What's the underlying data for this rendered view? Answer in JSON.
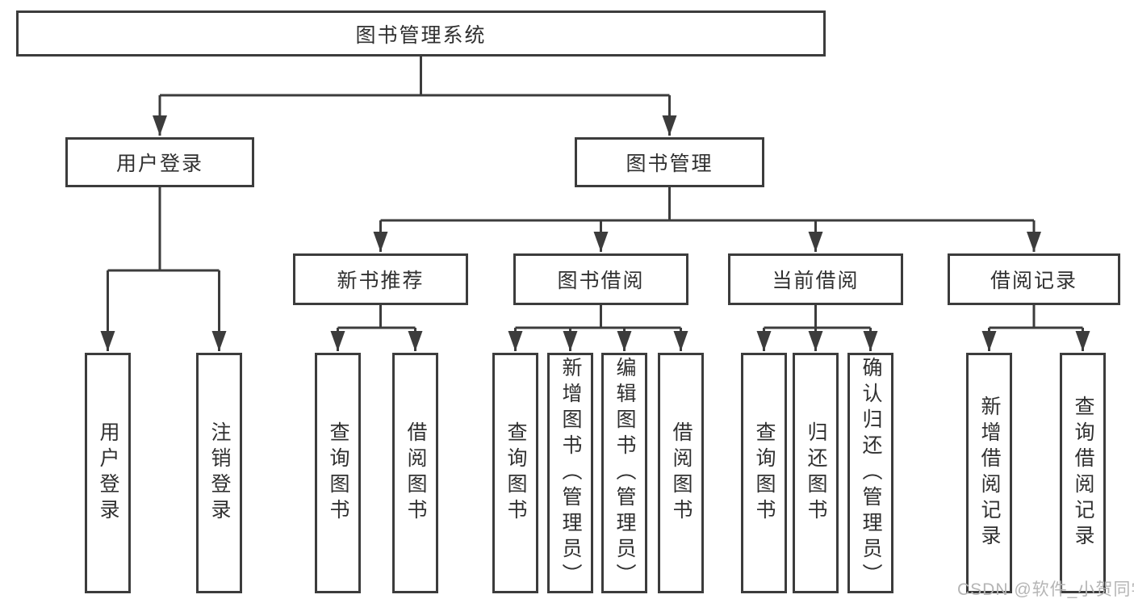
{
  "diagram": {
    "title": "图书管理系统",
    "level2": {
      "user_login": "用户登录",
      "book_management": "图书管理"
    },
    "level3": {
      "new_book_recommend": "新书推荐",
      "book_borrowing": "图书借阅",
      "current_borrowing": "当前借阅",
      "borrowing_records": "借阅记录"
    },
    "leaves": {
      "user_login": "用户登录",
      "logout": "注销登录",
      "query_books_recommend": "查询图书",
      "borrow_books_recommend": "借阅图书",
      "query_books_borrowing": "查询图书",
      "add_books_admin": "新增图书（管理员）",
      "edit_books_admin": "编辑图书（管理员）",
      "borrow_books_borrowing": "借阅图书",
      "query_books_current": "查询图书",
      "return_books": "归还图书",
      "confirm_return_admin": "确认归还（管理员）",
      "add_borrow_record": "新增借阅记录",
      "query_borrow_record": "查询借阅记录"
    }
  },
  "watermark": "CSDN @软件_小贺同学",
  "colors": {
    "line": "#3c3c3c",
    "text": "#303030",
    "watermark": "#b5b5b5",
    "background": "#ffffff"
  }
}
